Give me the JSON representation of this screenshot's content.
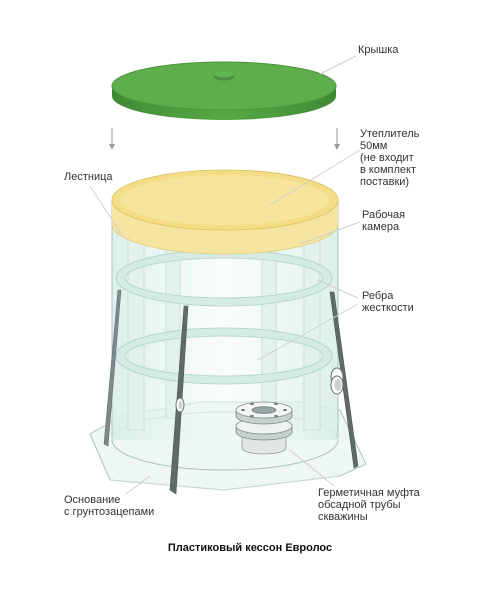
{
  "labels": {
    "lid": "Крышка",
    "insulation": [
      "Утеплитель",
      "50мм",
      "(не входит",
      "в комплект",
      "поставки)"
    ],
    "ladder": "Лестница",
    "chamber": [
      "Рабочая",
      "камера"
    ],
    "ribs": [
      "Ребра",
      "жесткости"
    ],
    "base": [
      "Основание",
      "с грунтозацепами"
    ],
    "coupling": [
      "Герметичная муфта",
      "обсадной трубы",
      "скважины"
    ]
  },
  "caption": "Пластиковый кессон Евролос",
  "colors": {
    "lid": "#59a84a",
    "insulation": "#f3dd86",
    "glass": "#e6f4f0",
    "outline": "#a9c5c1",
    "text": "#333333"
  }
}
